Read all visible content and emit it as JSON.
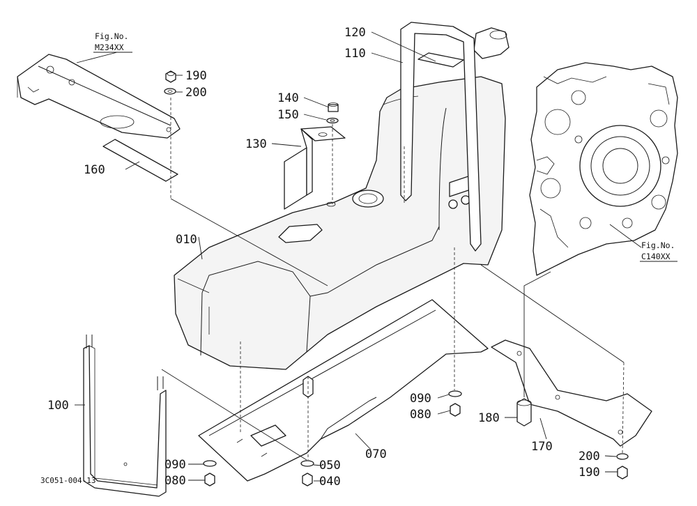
{
  "callouts": {
    "p010": "010",
    "p040": "040",
    "p050": "050",
    "p070": "070",
    "p080a": "080",
    "p080b": "080",
    "p090a": "090",
    "p090b": "090",
    "p100": "100",
    "p110": "110",
    "p120": "120",
    "p130": "130",
    "p140": "140",
    "p150": "150",
    "p160": "160",
    "p170": "170",
    "p180": "180",
    "p190a": "190",
    "p190b": "190",
    "p200a": "200",
    "p200b": "200"
  },
  "refs": {
    "left_label": "Fig.No.",
    "left_code": "M234XX",
    "right_label": "Fig.No.",
    "right_code": "C140XX"
  },
  "drawing_code": "3C051-004-13"
}
